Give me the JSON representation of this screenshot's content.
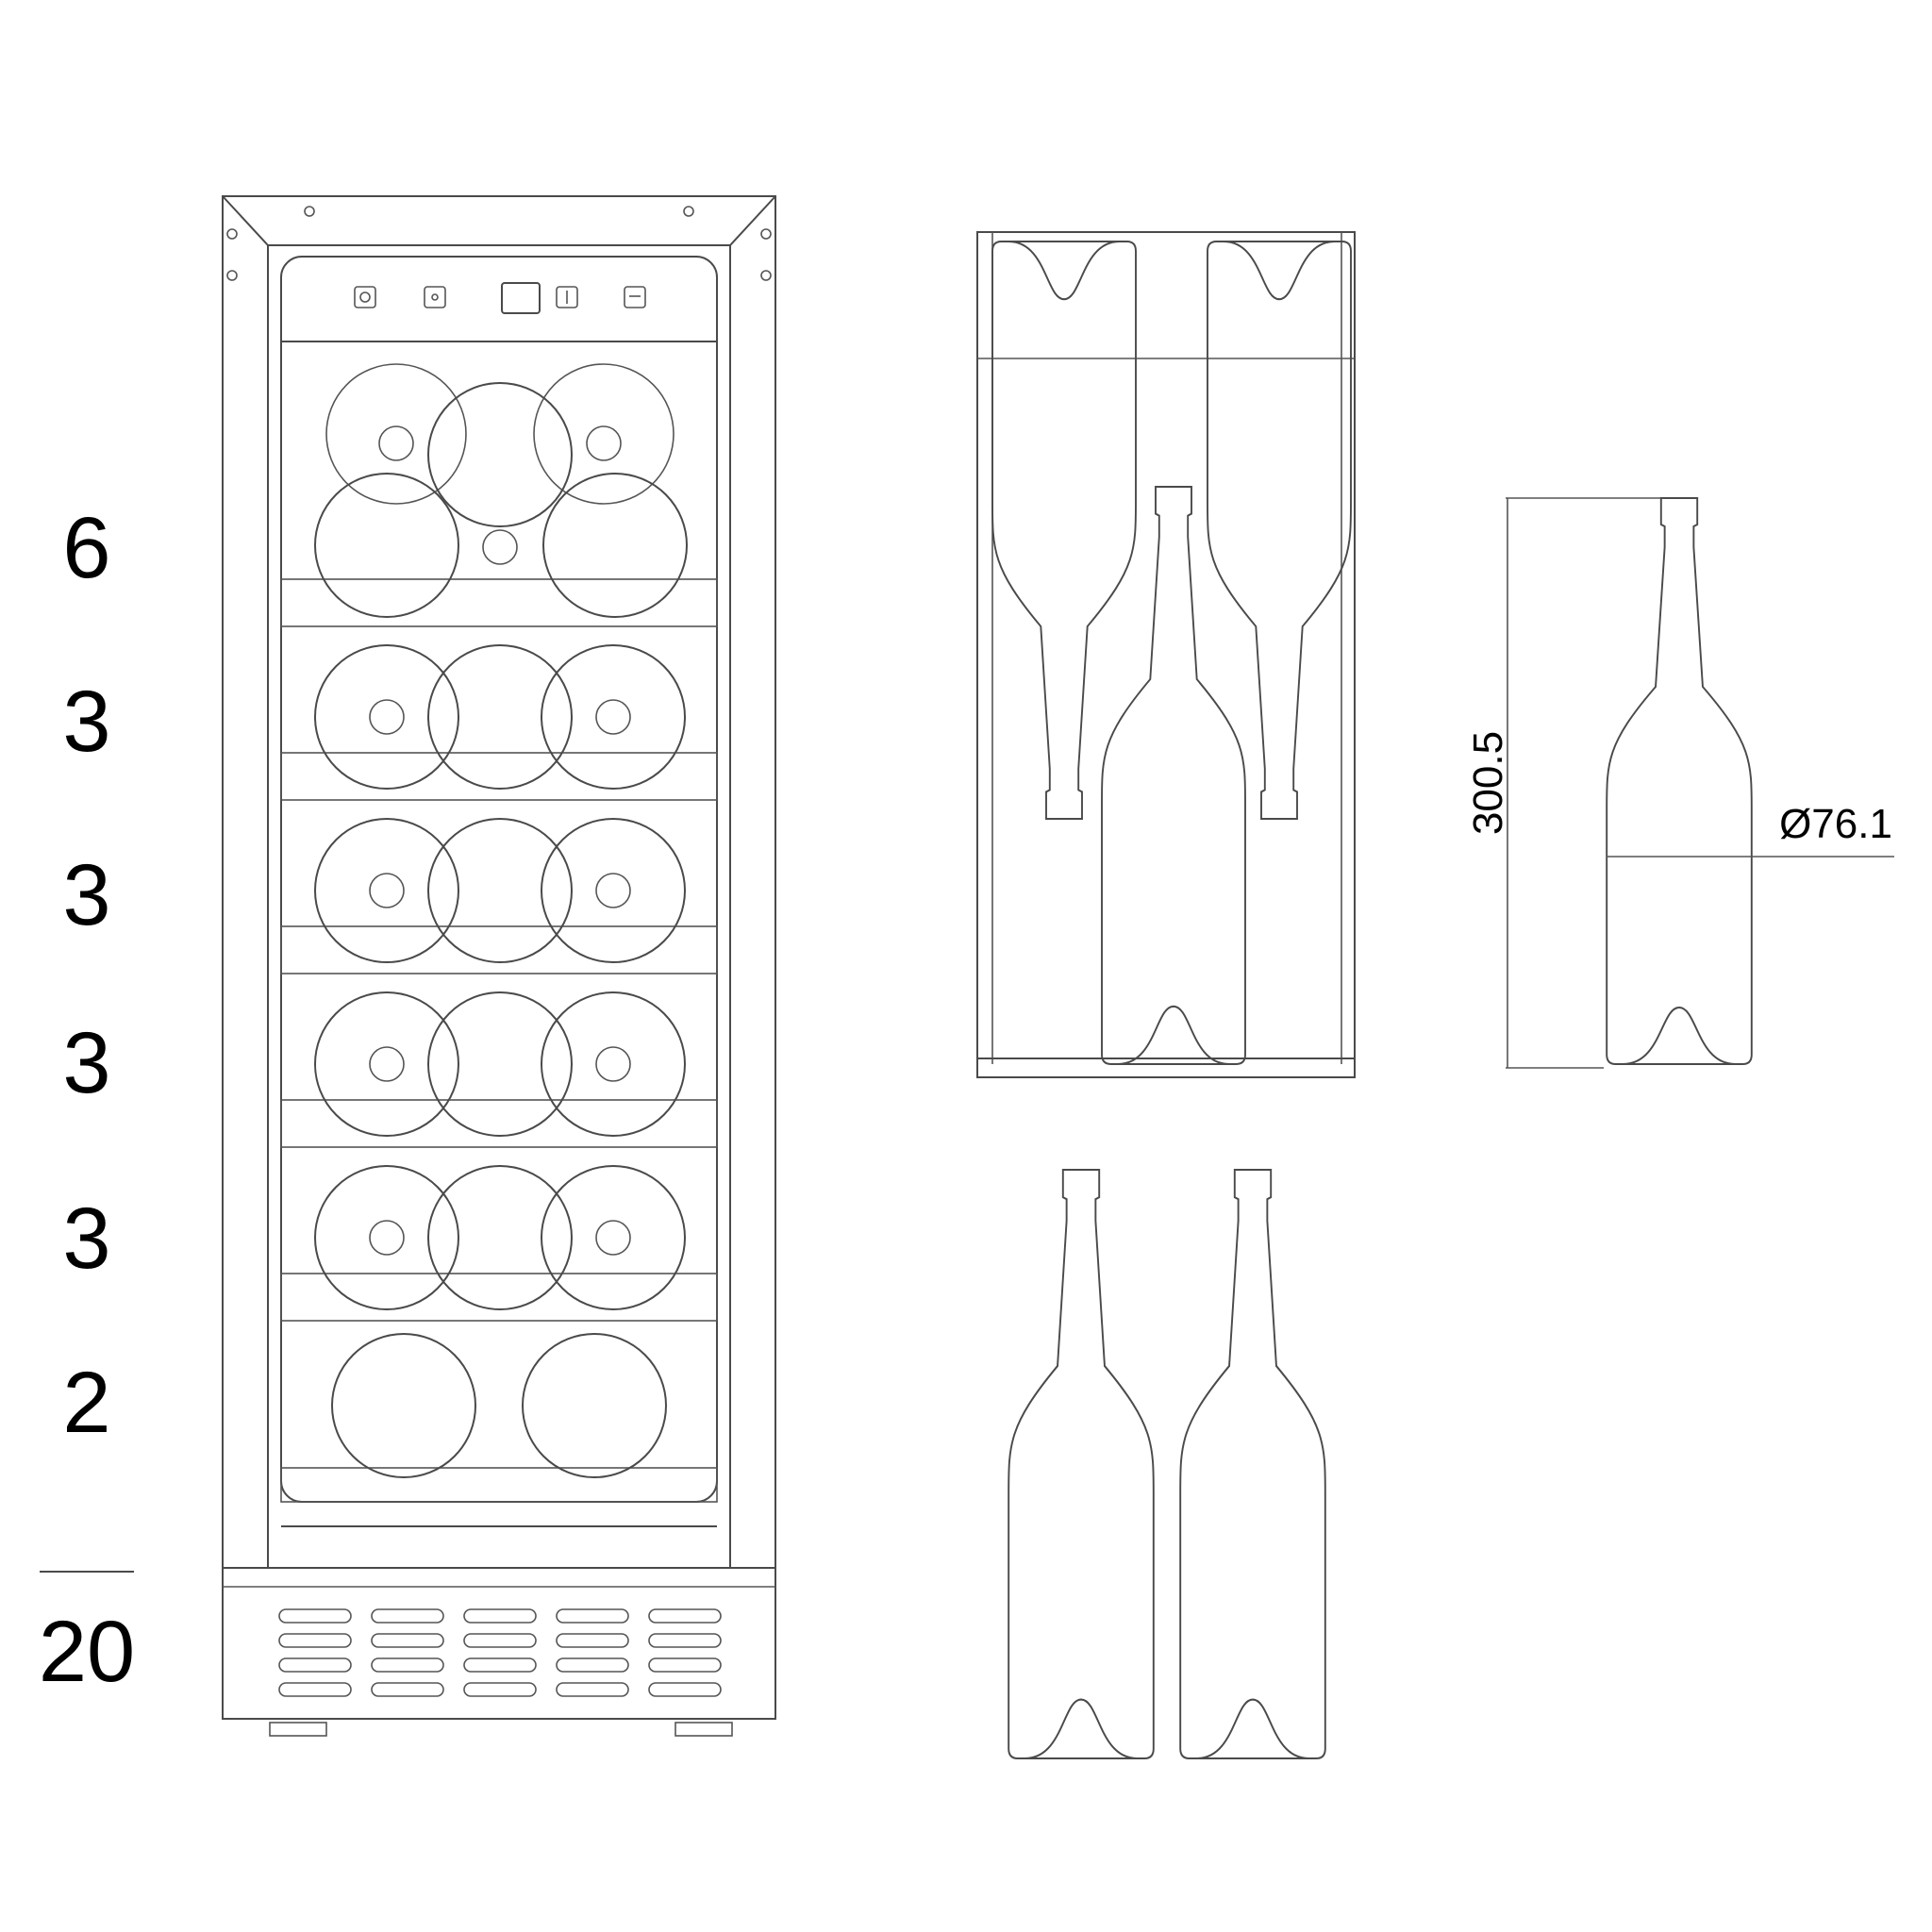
{
  "shelf_counts": [
    "6",
    "3",
    "3",
    "3",
    "3",
    "2"
  ],
  "total": "20",
  "bottle_height": "300.5",
  "bottle_diameter": "Ø76.1",
  "colors": {
    "line": "#4a4a4a",
    "text": "#000000"
  },
  "icons": [
    "power-icon",
    "light-icon",
    "display-icon",
    "temp-up-icon",
    "temp-down-icon"
  ]
}
